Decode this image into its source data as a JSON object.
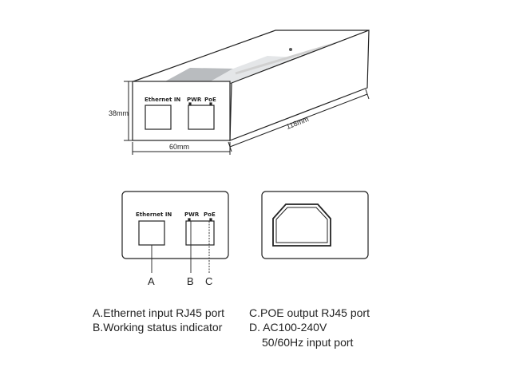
{
  "dimensions": {
    "height": "38mm",
    "width": "60mm",
    "length": "118mm"
  },
  "ports": {
    "ethernet_in": "Ethernet IN",
    "pwr": "PWR",
    "poe": "PoE"
  },
  "callouts": {
    "a": "A",
    "b": "B",
    "c": "C"
  },
  "legend": {
    "a": "A.Ethernet input RJ45 port",
    "b": "B.Working status indicator",
    "c": "C.POE output RJ45 port",
    "d_line1": "D. AC100-240V",
    "d_line2": "50/60Hz input port"
  }
}
